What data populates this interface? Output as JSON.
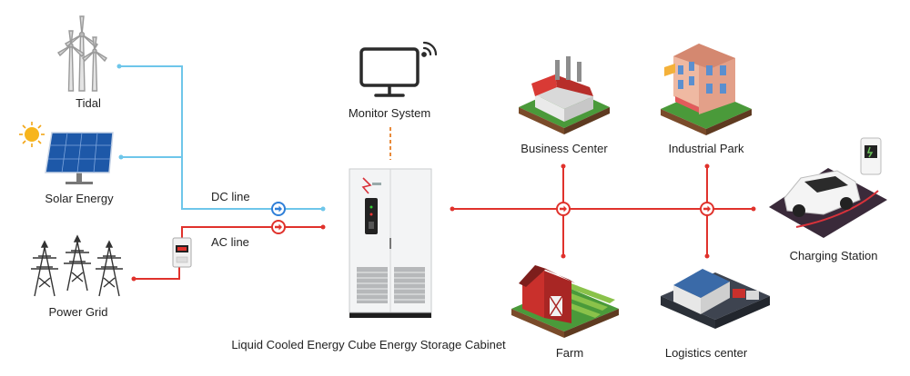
{
  "sources": {
    "tidal": "Tidal",
    "solar": "Solar Energy",
    "grid": "Power Grid"
  },
  "lines": {
    "dc": "DC line",
    "ac": "AC line"
  },
  "monitor": "Monitor System",
  "cabinet": "Liquid Cooled Energy Cube Energy Storage Cabinet",
  "loads": {
    "business": "Business Center",
    "industrial": "Industrial Park",
    "charging": "Charging Station",
    "farm": "Farm",
    "logistics": "Logistics center"
  },
  "colors": {
    "dc_line": "#6ec6ea",
    "ac_line": "#e0322c",
    "arrow_icon": "arrow-right-icon",
    "accent": "#d8323a"
  }
}
